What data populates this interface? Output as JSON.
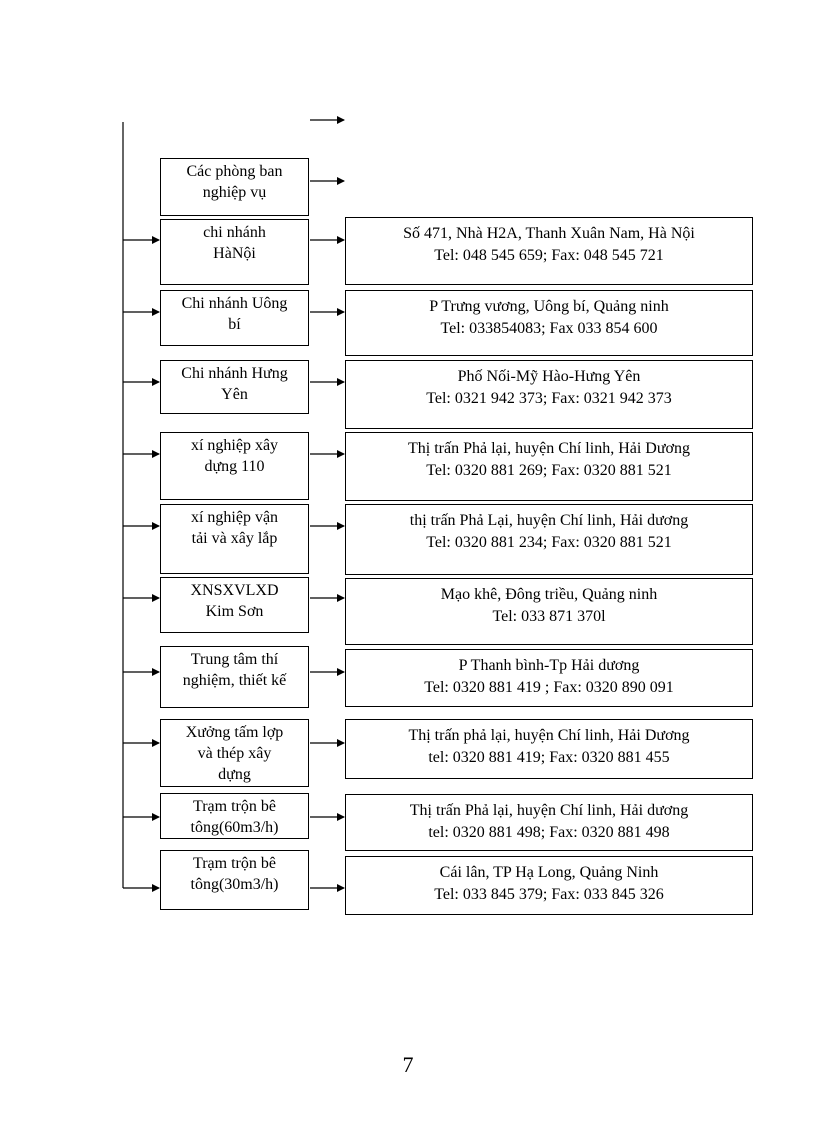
{
  "departments": {
    "lines": [
      "Các phòng ban",
      "nghiệp vụ"
    ]
  },
  "units": [
    {
      "name": [
        "chi nhánh",
        "HàNội"
      ],
      "info": [
        "Số 471, Nhà H2A, Thanh Xuân Nam, Hà Nội",
        "Tel: 048 545 659; Fax: 048 545 721"
      ]
    },
    {
      "name": [
        "Chi nhánh Uông",
        "bí"
      ],
      "info": [
        "P Trưng vương, Uông bí, Quảng ninh",
        "Tel: 033854083;  Fax 033 854 600"
      ]
    },
    {
      "name": [
        "Chi nhánh Hưng",
        "Yên"
      ],
      "info": [
        "Phố Nối-Mỹ Hào-Hưng Yên",
        "Tel: 0321 942 373; Fax: 0321 942 373"
      ]
    },
    {
      "name": [
        "xí nghiệp xây",
        "dựng 110"
      ],
      "info": [
        "Thị trấn Phả lại, huyện Chí linh, Hải Dương",
        "Tel: 0320 881 269; Fax: 0320 881 521"
      ]
    },
    {
      "name": [
        "xí nghiệp vận",
        "tải và xây lắp"
      ],
      "info": [
        "thị trấn Phả Lại, huyện Chí linh, Hải dương",
        "Tel: 0320 881 234; Fax: 0320 881 521"
      ]
    },
    {
      "name": [
        "XNSXVLXD",
        "Kim Sơn"
      ],
      "info": [
        "Mạo khê, Đông triều,  Quảng ninh",
        "Tel: 033 871 370l"
      ]
    },
    {
      "name": [
        "Trung tâm thí",
        "nghiệm, thiết  kế"
      ],
      "info": [
        "P Thanh bình-Tp Hải dương",
        "Tel: 0320 881 419 ; Fax: 0320 890 091"
      ]
    },
    {
      "name": [
        "Xưởng tấm lợp",
        "và thép xây",
        "dựng"
      ],
      "info": [
        "Thị trấn phả lại, huyện Chí linh,  Hải Dương",
        "tel:  0320 881 419; Fax: 0320  881 455"
      ]
    },
    {
      "name": [
        "Trạm trộn bê",
        "tông(60m3/h)"
      ],
      "info": [
        "Thị trấn Phả lại, huyện Chí linh, Hải dương",
        "tel: 0320 881 498; Fax: 0320 881 498"
      ]
    },
    {
      "name": [
        "Trạm trộn bê",
        "tông(30m3/h)"
      ],
      "info": [
        "Cái lân, TP Hạ Long, Quảng Ninh",
        "Tel: 033 845 379; Fax: 033 845 326"
      ]
    }
  ],
  "page_number": "7"
}
